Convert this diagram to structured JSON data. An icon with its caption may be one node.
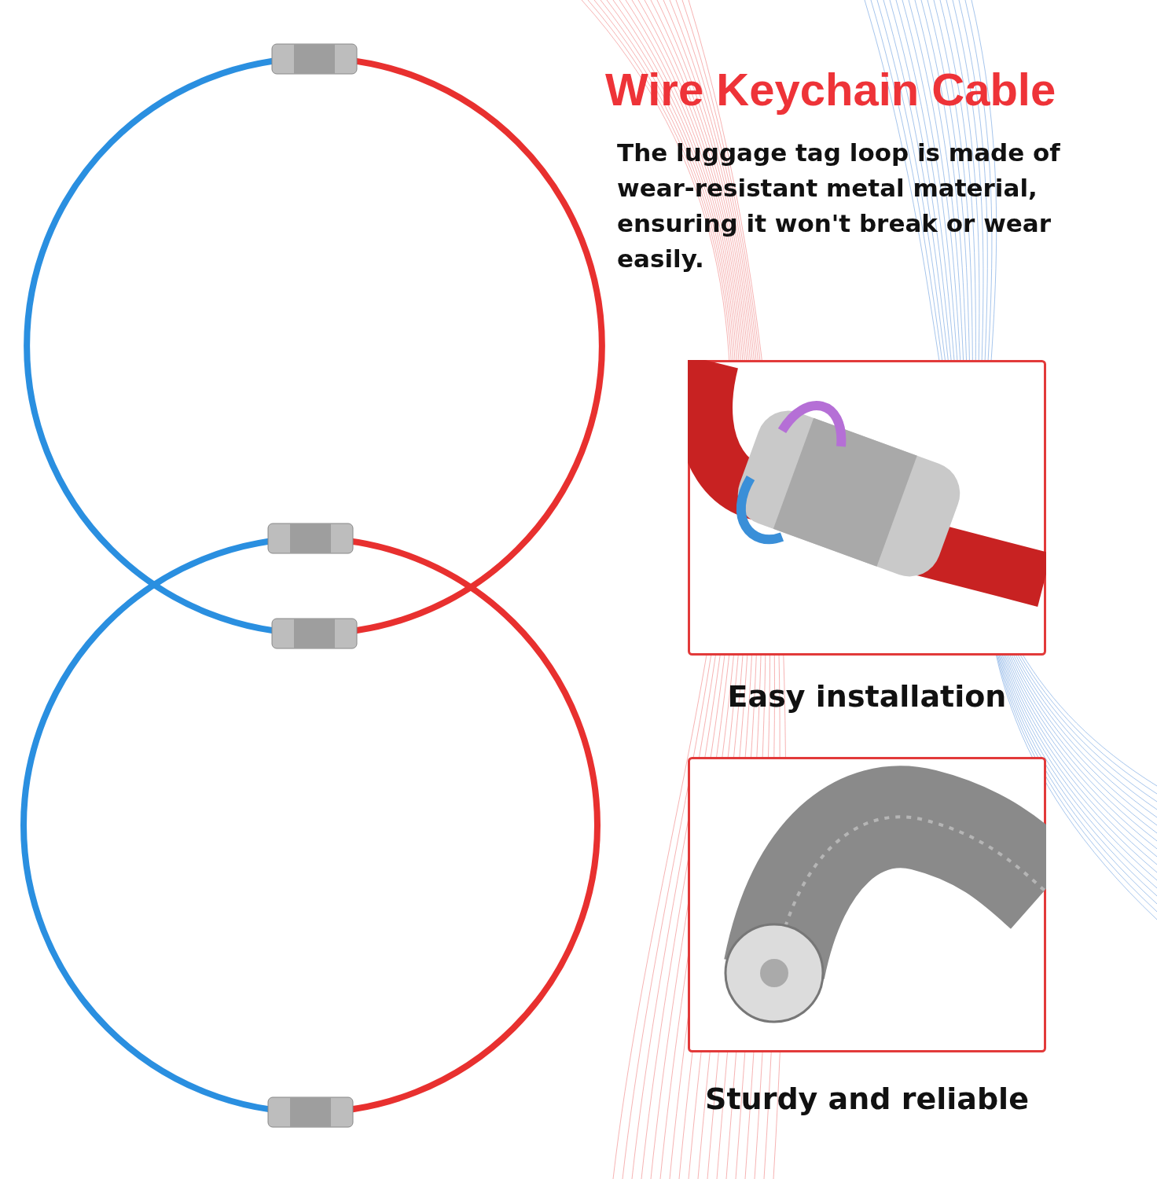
{
  "diagram": {
    "title": "Wire Keychain Cable",
    "labels": [
      "The luggage tag loop is made of wear-resistant metal material, ensuring it won't break or wear easily.",
      "Easy installation",
      "Sturdy and reliable"
    ]
  }
}
